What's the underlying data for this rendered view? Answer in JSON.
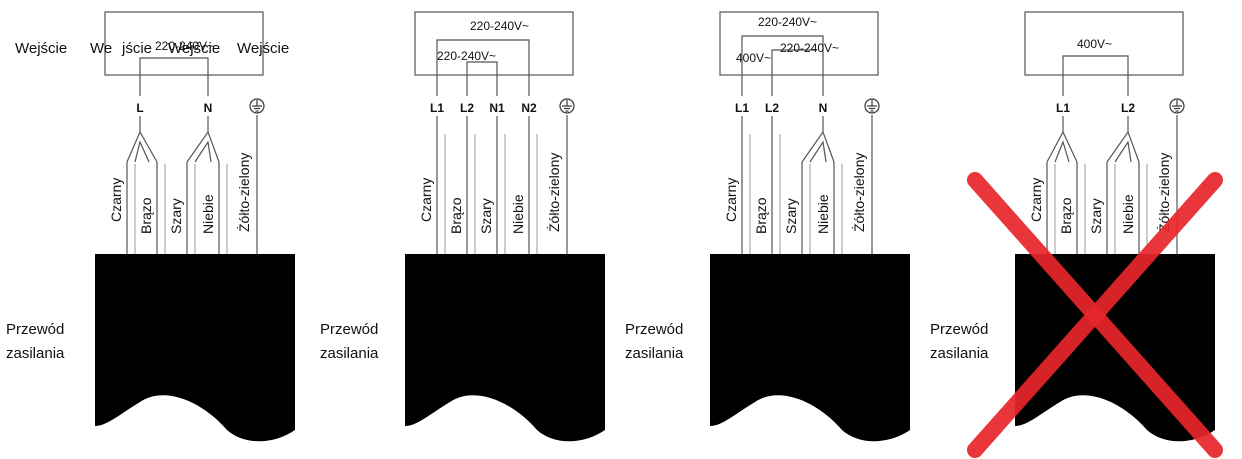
{
  "header_labels": [
    "Wejście",
    "We",
    "jście",
    "Wejście",
    "Wejście"
  ],
  "cable_label_line1": "Przewód",
  "cable_label_line2": "zasilania",
  "colors": {
    "line": "#555555",
    "fill": "#000000",
    "cross": "#e8262b"
  },
  "diagrams": [
    {
      "id": "d1",
      "voltages": [
        "220-240V~"
      ],
      "terminals": [
        "L",
        "N"
      ],
      "wires": [
        "Czarny",
        "Brązo",
        "Szary",
        "Niebie",
        "Żółto-zielony"
      ],
      "crossed": false
    },
    {
      "id": "d2",
      "voltages": [
        "220-240V~",
        "220-240V~"
      ],
      "terminals": [
        "L1",
        "L2",
        "N1",
        "N2"
      ],
      "wires": [
        "Czarny",
        "Brązo",
        "Szary",
        "Niebie",
        "Żółto-zielony"
      ],
      "crossed": false
    },
    {
      "id": "d3",
      "voltages": [
        "220-240V~",
        "400V~",
        "220-240V~"
      ],
      "terminals": [
        "L1",
        "L2",
        "N"
      ],
      "wires": [
        "Czarny",
        "Brązo",
        "Szary",
        "Niebie",
        "Żółto-zielony"
      ],
      "crossed": false
    },
    {
      "id": "d4",
      "voltages": [
        "400V~"
      ],
      "terminals": [
        "L1",
        "L2"
      ],
      "wires": [
        "Czarny",
        "Brązo",
        "Szary",
        "Niebie",
        "Żółto-zielony"
      ],
      "crossed": true
    }
  ]
}
